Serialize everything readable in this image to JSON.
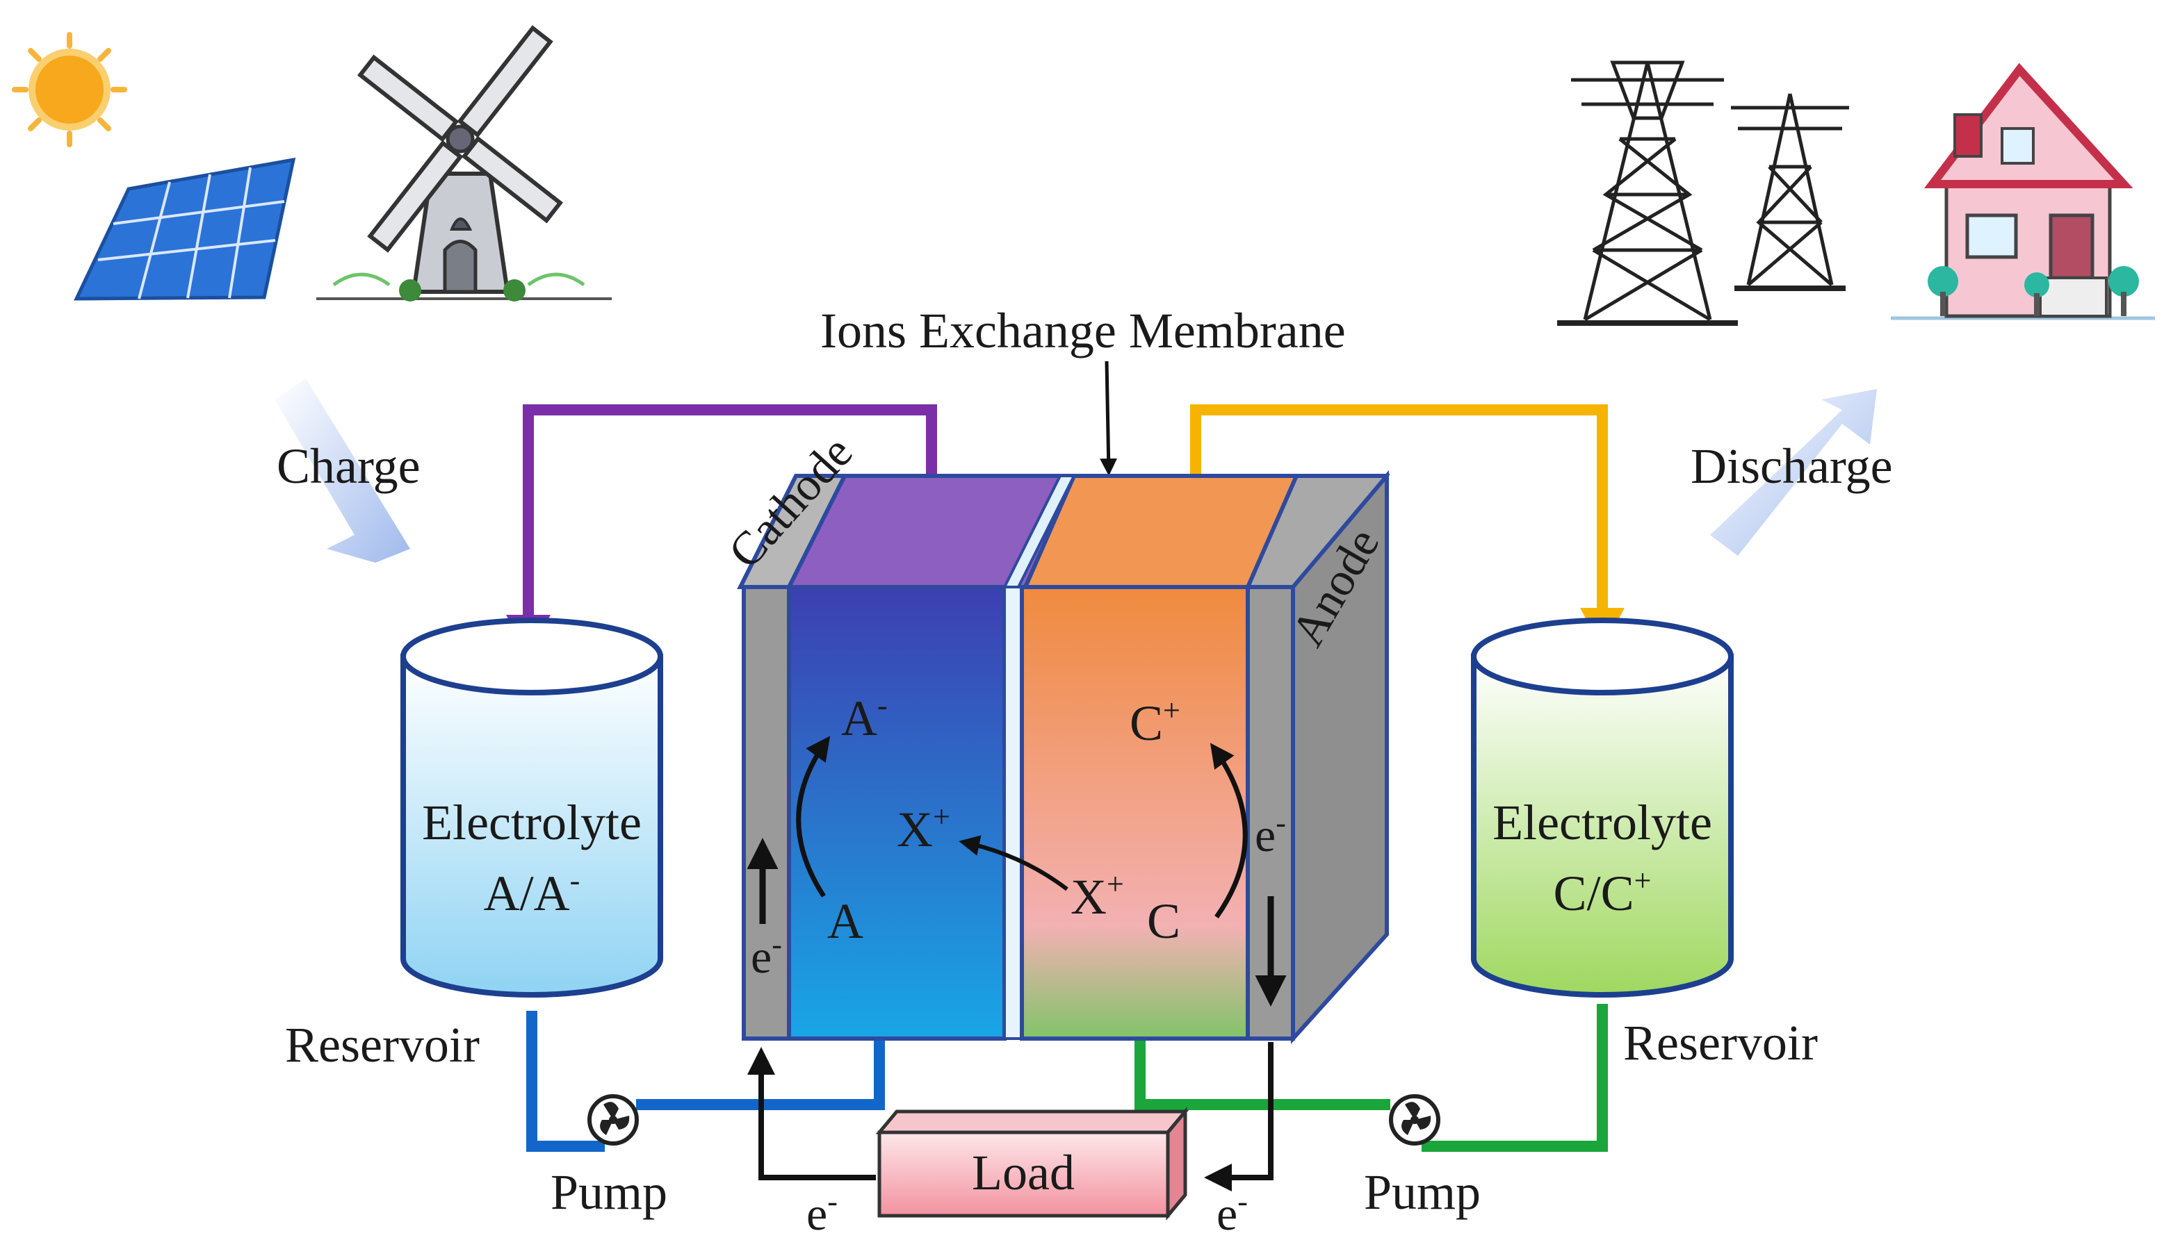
{
  "labels": {
    "membrane": "Ions Exchange Membrane",
    "charge": "Charge",
    "discharge": "Discharge",
    "cathode": "Cathode",
    "anode": "Anode",
    "reservoir_left": "Reservoir",
    "reservoir_right": "Reservoir",
    "pump_left": "Pump",
    "pump_right": "Pump",
    "load": "Load"
  },
  "tanks": {
    "left": {
      "title": "Electrolyte",
      "species_main": "A/A",
      "species_sup": "-"
    },
    "right": {
      "title": "Electrolyte",
      "species_main": "C/C",
      "species_sup": "+"
    }
  },
  "cell": {
    "left_top": {
      "main": "A",
      "sup": "-"
    },
    "left_bottom": {
      "main": "A"
    },
    "center_left": {
      "main": "X",
      "sup": "+"
    },
    "center_right": {
      "main": "X",
      "sup": "+"
    },
    "right_top": {
      "main": "C",
      "sup": "+"
    },
    "right_bottom": {
      "main": "C"
    },
    "electron_left": {
      "main": "e",
      "sup": "-"
    },
    "electron_right": {
      "main": "e",
      "sup": "-"
    }
  },
  "circuit": {
    "electron_load_left": {
      "main": "e",
      "sup": "-"
    },
    "electron_load_right": {
      "main": "e",
      "sup": "-"
    }
  },
  "colors": {
    "purple_pipe": "#7a2fa8",
    "orange_pipe": "#f6b400",
    "blue_pipe": "#1366c9",
    "green_pipe": "#1aa63a",
    "frame": "#2e4a9e",
    "electrode": "#8f8f8f"
  }
}
